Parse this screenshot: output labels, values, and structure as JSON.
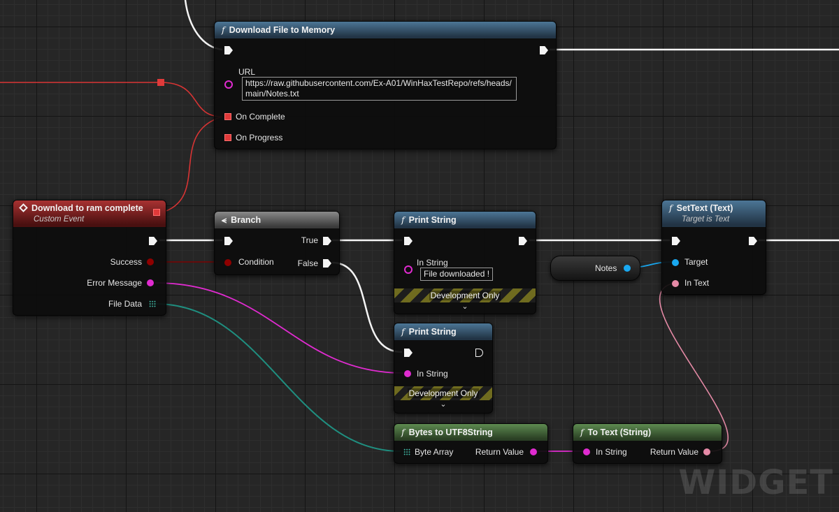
{
  "nodes": {
    "download_file": {
      "title": "Download File to Memory",
      "url_label": "URL",
      "url_value": "https://raw.githubusercontent.com/Ex-A01/WinHaxTestRepo/refs/heads/main/Notes.txt",
      "on_complete": "On Complete",
      "on_progress": "On Progress"
    },
    "custom_event": {
      "title": "Download to ram complete",
      "subtitle": "Custom Event",
      "success": "Success",
      "error_message": "Error Message",
      "file_data": "File Data"
    },
    "branch": {
      "title": "Branch",
      "condition": "Condition",
      "true_label": "True",
      "false_label": "False"
    },
    "print_string_1": {
      "title": "Print String",
      "in_string": "In String",
      "value": "File downloaded !",
      "dev_only": "Development Only"
    },
    "print_string_2": {
      "title": "Print String",
      "in_string": "In String",
      "dev_only": "Development Only"
    },
    "notes_var": {
      "label": "Notes"
    },
    "set_text": {
      "title": "SetText (Text)",
      "subtitle": "Target is Text",
      "target": "Target",
      "in_text": "In Text"
    },
    "bytes_to_utf8": {
      "title": "Bytes to UTF8String",
      "byte_array": "Byte Array",
      "return_value": "Return Value"
    },
    "to_text": {
      "title": "To Text (String)",
      "in_string": "In String",
      "return_value": "Return Value"
    }
  },
  "watermark": "WIDGET",
  "colors": {
    "exec": "#f4f4f4",
    "string": "#e02bd0",
    "text": "#e58aa6",
    "bool": "#8f0000",
    "object": "#19a8f0",
    "bytes": "#3fb7a3",
    "delegate": "#e03a3a"
  }
}
